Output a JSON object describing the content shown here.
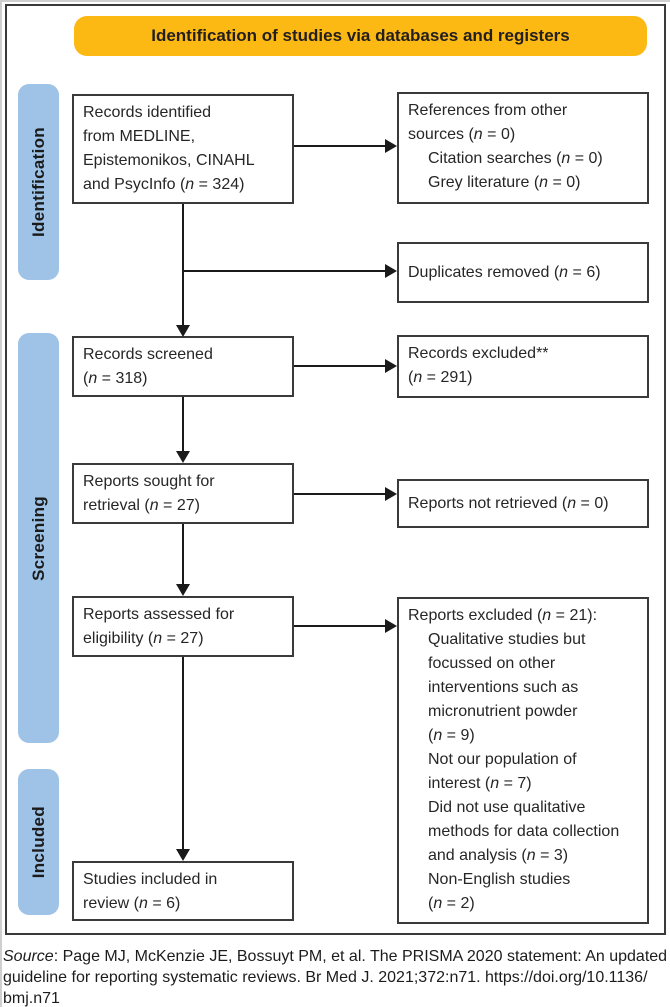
{
  "banner": {
    "label": "Identification of studies via databases and registers"
  },
  "stages": [
    {
      "label": "Identification"
    },
    {
      "label": "Screening"
    },
    {
      "label": "Included"
    }
  ],
  "colors": {
    "banner_bg": "#FCB813",
    "stage_bg": "#9EC3E7",
    "box_border": "#3A3A3A",
    "arrow": "#1A1A1A"
  },
  "boxes": {
    "records_identified": {
      "lines": [
        {
          "segs": [
            {
              "t": "Records identified"
            }
          ]
        },
        {
          "segs": [
            {
              "t": "from MEDLINE,"
            }
          ]
        },
        {
          "segs": [
            {
              "t": "Epistemonikos, CINAHL"
            }
          ]
        },
        {
          "segs": [
            {
              "t": "and PsycInfo ("
            },
            {
              "t": "n",
              "i": true
            },
            {
              "t": " = 324)"
            }
          ]
        }
      ]
    },
    "references_other_sources": {
      "lines": [
        {
          "segs": [
            {
              "t": "References from other"
            }
          ]
        },
        {
          "segs": [
            {
              "t": "sources ("
            },
            {
              "t": "n",
              "i": true
            },
            {
              "t": " = 0)"
            }
          ]
        },
        {
          "ind": true,
          "segs": [
            {
              "t": "Citation searches ("
            },
            {
              "t": "n",
              "i": true
            },
            {
              "t": " = 0)"
            }
          ]
        },
        {
          "ind": true,
          "segs": [
            {
              "t": "Grey literature ("
            },
            {
              "t": "n",
              "i": true
            },
            {
              "t": " = 0)"
            }
          ]
        }
      ]
    },
    "duplicates_removed": {
      "lines": [
        {
          "segs": [
            {
              "t": "Duplicates removed ("
            },
            {
              "t": "n",
              "i": true
            },
            {
              "t": " = 6)"
            }
          ]
        }
      ]
    },
    "records_screened": {
      "lines": [
        {
          "segs": [
            {
              "t": "Records screened"
            }
          ]
        },
        {
          "segs": [
            {
              "t": "("
            },
            {
              "t": "n",
              "i": true
            },
            {
              "t": " = 318)"
            }
          ]
        }
      ]
    },
    "records_excluded": {
      "lines": [
        {
          "segs": [
            {
              "t": "Records excluded**"
            }
          ]
        },
        {
          "segs": [
            {
              "t": "("
            },
            {
              "t": "n",
              "i": true
            },
            {
              "t": " = 291)"
            }
          ]
        }
      ]
    },
    "reports_sought": {
      "lines": [
        {
          "segs": [
            {
              "t": "Reports sought for"
            }
          ]
        },
        {
          "segs": [
            {
              "t": "retrieval ("
            },
            {
              "t": "n",
              "i": true
            },
            {
              "t": " = 27)"
            }
          ]
        }
      ]
    },
    "reports_not_retrieved": {
      "lines": [
        {
          "segs": [
            {
              "t": "Reports not retrieved ("
            },
            {
              "t": "n",
              "i": true
            },
            {
              "t": " = 0)"
            }
          ]
        }
      ]
    },
    "reports_assessed": {
      "lines": [
        {
          "segs": [
            {
              "t": "Reports assessed for"
            }
          ]
        },
        {
          "segs": [
            {
              "t": "eligibility ("
            },
            {
              "t": "n",
              "i": true
            },
            {
              "t": " = 27)"
            }
          ]
        }
      ]
    },
    "reports_excluded": {
      "lines": [
        {
          "segs": [
            {
              "t": "Reports excluded ("
            },
            {
              "t": "n",
              "i": true
            },
            {
              "t": " = 21):"
            }
          ]
        },
        {
          "ind": true,
          "segs": [
            {
              "t": "Qualitative studies but"
            }
          ]
        },
        {
          "ind": true,
          "segs": [
            {
              "t": "focussed on other"
            }
          ]
        },
        {
          "ind": true,
          "segs": [
            {
              "t": "interventions such as"
            }
          ]
        },
        {
          "ind": true,
          "segs": [
            {
              "t": "micronutrient powder"
            }
          ]
        },
        {
          "ind": true,
          "segs": [
            {
              "t": "("
            },
            {
              "t": "n",
              "i": true
            },
            {
              "t": " = 9)"
            }
          ]
        },
        {
          "ind": true,
          "segs": [
            {
              "t": "Not our population of"
            }
          ]
        },
        {
          "ind": true,
          "segs": [
            {
              "t": "interest ("
            },
            {
              "t": "n",
              "i": true
            },
            {
              "t": " = 7)"
            }
          ]
        },
        {
          "ind": true,
          "segs": [
            {
              "t": "Did not use qualitative"
            }
          ]
        },
        {
          "ind": true,
          "segs": [
            {
              "t": "methods for data collection"
            }
          ]
        },
        {
          "ind": true,
          "segs": [
            {
              "t": "and analysis ("
            },
            {
              "t": "n",
              "i": true
            },
            {
              "t": " = 3)"
            }
          ]
        },
        {
          "ind": true,
          "segs": [
            {
              "t": "Non-English studies"
            }
          ]
        },
        {
          "ind": true,
          "segs": [
            {
              "t": "("
            },
            {
              "t": "n",
              "i": true
            },
            {
              "t": " = 2)"
            }
          ]
        }
      ]
    },
    "studies_included": {
      "lines": [
        {
          "segs": [
            {
              "t": "Studies included in"
            }
          ]
        },
        {
          "segs": [
            {
              "t": "review ("
            },
            {
              "t": "n",
              "i": true
            },
            {
              "t": " = 6)"
            }
          ]
        }
      ]
    }
  },
  "source_note": {
    "lines": [
      {
        "segs": [
          {
            "t": "Source",
            "i": true
          },
          {
            "t": ": Page MJ, McKenzie JE, Bossuyt PM, et al. The PRISMA 2020 statement: An updated"
          }
        ]
      },
      {
        "segs": [
          {
            "t": "guideline for reporting systematic reviews. Br Med J. 2021;372:n71. https://doi.org/10.1136/"
          }
        ]
      },
      {
        "segs": [
          {
            "t": "bmj.n71"
          }
        ]
      }
    ]
  }
}
